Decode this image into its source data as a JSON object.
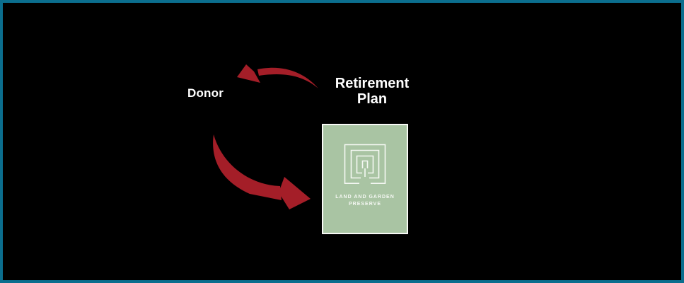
{
  "diagram": {
    "donor": {
      "label": "Donor"
    },
    "retirement_plan": {
      "label": "Retirement Plan"
    },
    "preserve_card": {
      "org_line1": "LAND AND GARDEN",
      "org_line2": "PRESERVE",
      "logo_icon": "labyrinth-nested-squares-icon"
    },
    "icons": {
      "upper_arrow": "curved-arrow-to-donor-icon",
      "lower_arrow": "curved-arrow-to-plan-icon"
    },
    "colors": {
      "canvas_bg": "#000000",
      "frame_border": "#0b6e8e",
      "arrow_red": "#a41e28",
      "card_green": "#a9c4a3",
      "text_white": "#ffffff",
      "logo_white": "#f5f8f3"
    }
  }
}
